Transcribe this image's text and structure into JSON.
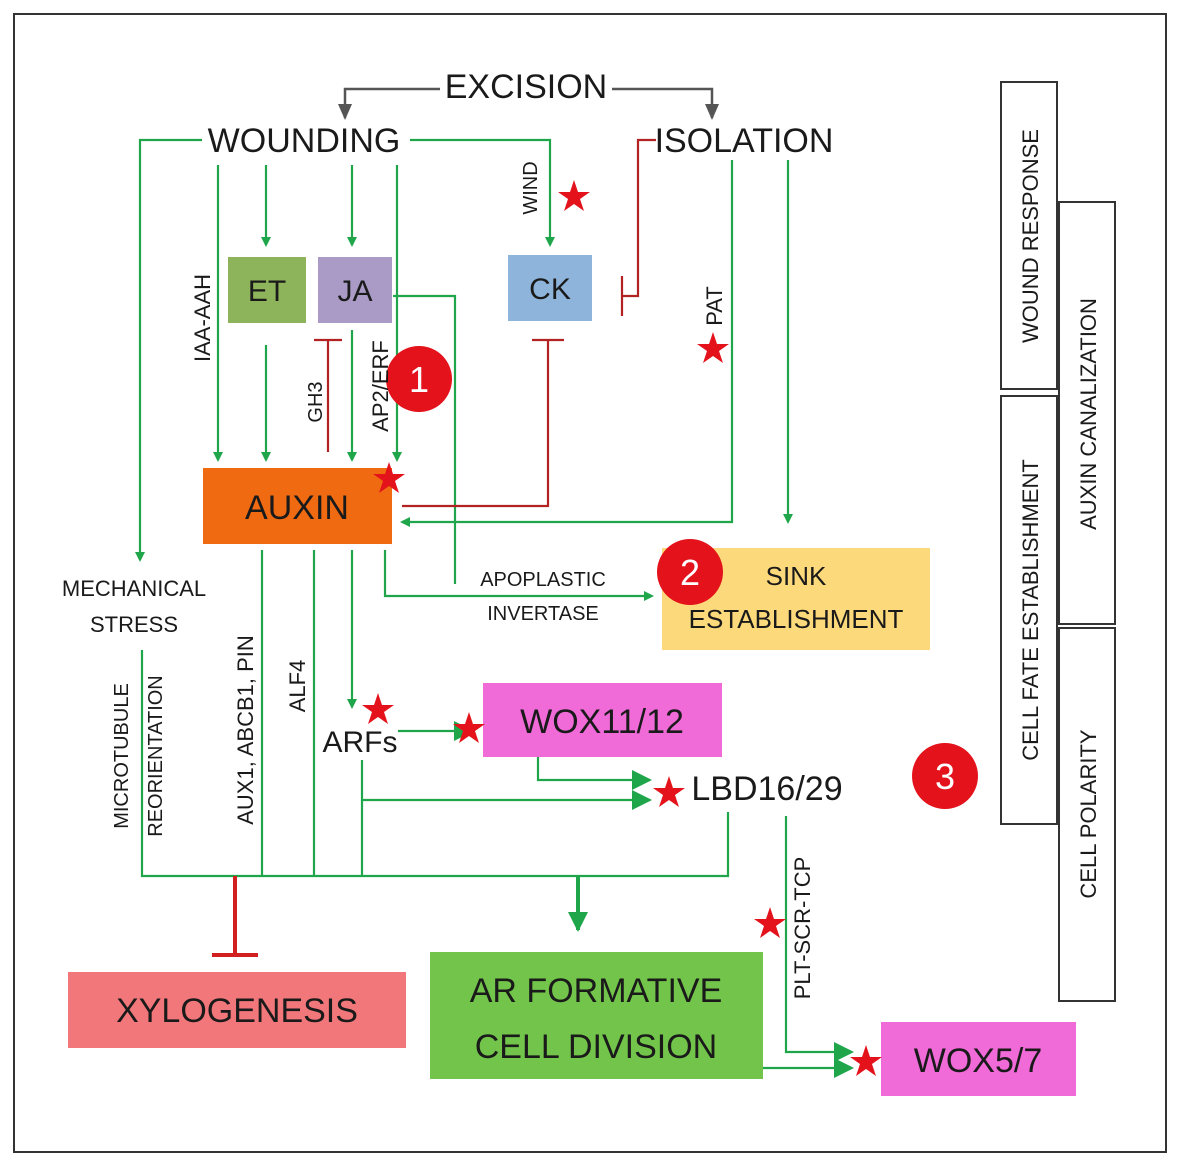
{
  "title_nodes": {
    "excision": "EXCISION",
    "wounding": "WOUNDING",
    "isolation": "ISOLATION"
  },
  "boxes": {
    "et": "ET",
    "ja": "JA",
    "ck": "CK",
    "auxin": "AUXIN",
    "sink_line1": "SINK",
    "sink_line2": "ESTABLISHMENT",
    "wox1112": "WOX11/12",
    "lbd": "LBD16/29",
    "arfs": "ARFs",
    "xylogenesis": "XYLOGENESIS",
    "ar_line1": "AR FORMATIVE",
    "ar_line2": "CELL DIVISION",
    "wox57": "WOX5/7"
  },
  "edge_labels": {
    "wind": "WIND",
    "iaa_aah": "IAA-AAH",
    "gh3": "GH3",
    "ap2_erf": "AP2/ERF",
    "pat": "PAT",
    "mechanical_line1": "MECHANICAL",
    "mechanical_line2": "STRESS",
    "microtubule": "MICROTUBULE",
    "reorientation": "REORIENTATION",
    "aux_transport": "AUX1, ABCB1, PIN",
    "alf4": "ALF4",
    "apoplastic": "APOPLASTIC",
    "invertase": "INVERTASE",
    "plt": "PLT-SCR-TCP"
  },
  "badges": [
    "1",
    "2",
    "3"
  ],
  "phases": {
    "wound_response": "WOUND RESPONSE",
    "auxin_canalization": "AUXIN CANALIZATION",
    "cell_fate": "CELL FATE ESTABLISHMENT",
    "cell_polarity": "CELL POLARITY"
  },
  "colors": {
    "green_arrow": "#1fa64a",
    "inhibit_red": "#b22222",
    "et": "#8db45a",
    "ja": "#a99bc6",
    "ck": "#8fb4dc",
    "auxin": "#f06a12",
    "sink": "#fcd97a",
    "wox": "#f06ad8",
    "xylogenesis": "#f2777a",
    "ar_division": "#72c54a",
    "badge": "#e3121b",
    "star": "#e3121b"
  }
}
